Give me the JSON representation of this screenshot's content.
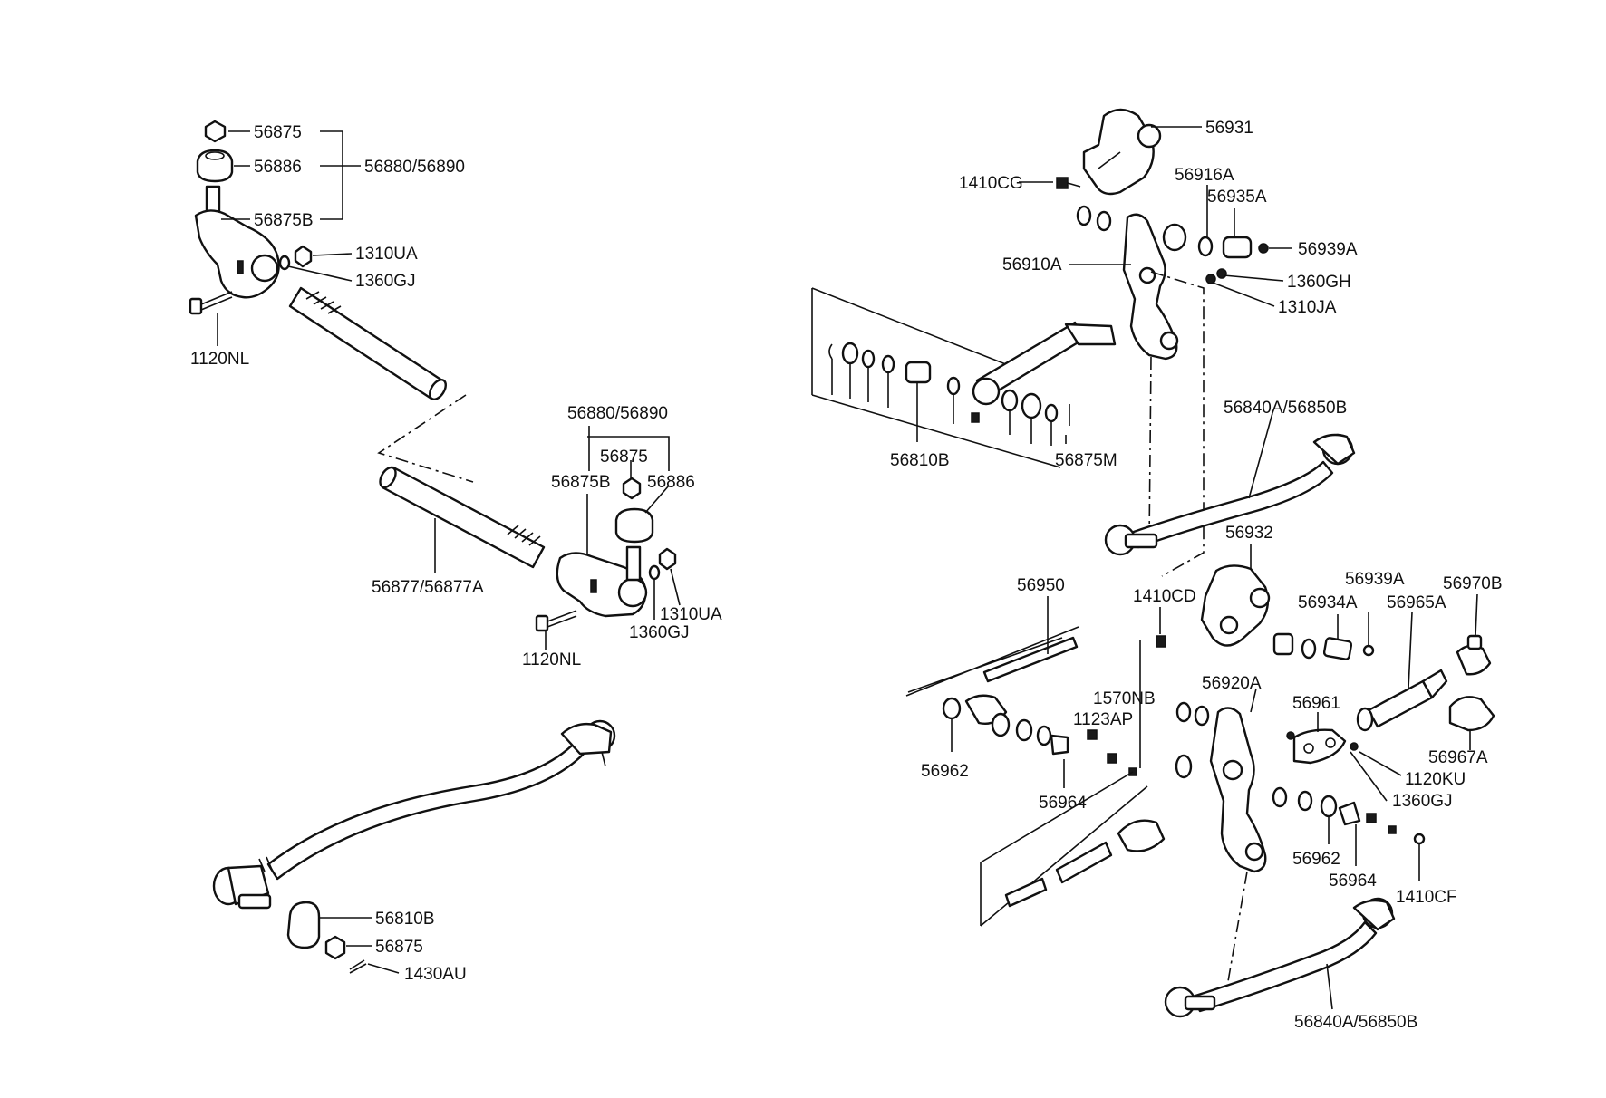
{
  "labels": {
    "tl_56875": "56875",
    "tl_56886": "56886",
    "tl_group": "56880/56890",
    "tl_56875b": "56875B",
    "tl_1310ua": "1310UA",
    "tl_1360gj": "1360GJ",
    "tl_1120nl": "1120NL",
    "mid_group": "56880/56890",
    "mid_56875": "56875",
    "mid_56875b": "56875B",
    "mid_56886": "56886",
    "mid_56877": "56877/56877A",
    "mid_1310ua": "1310UA",
    "mid_1360gj": "1360GJ",
    "mid_1120nl": "1120NL",
    "bl_56810b": "56810B",
    "bl_56875": "56875",
    "bl_1430au": "1430AU",
    "tr_56931": "56931",
    "tr_1410cg": "1410CG",
    "tr_56916a": "56916A",
    "tr_56935a": "56935A",
    "tr_56939a": "56939A",
    "tr_56910a": "56910A",
    "tr_1360gh": "1360GH",
    "tr_1310ja": "1310JA",
    "tr_56810b": "56810B",
    "tr_56875m": "56875M",
    "tr_56840a": "56840A/56850B",
    "br_56932": "56932",
    "br_56950": "56950",
    "br_1410cd": "1410CD",
    "br_56939a": "56939A",
    "br_56970b": "56970B",
    "br_56934a": "56934A",
    "br_56965a": "56965A",
    "br_56920a": "56920A",
    "br_1570nb": "1570NB",
    "br_1123ap": "1123AP",
    "br_56961": "56961",
    "br_56962_left": "56962",
    "br_56964_left": "56964",
    "br_56967a": "56967A",
    "br_1120ku": "1120KU",
    "br_1360gj": "1360GJ",
    "br_56962_right": "56962",
    "br_56964_right": "56964",
    "br_1410cf": "1410CF",
    "br_56840a": "56840A/56850B"
  }
}
